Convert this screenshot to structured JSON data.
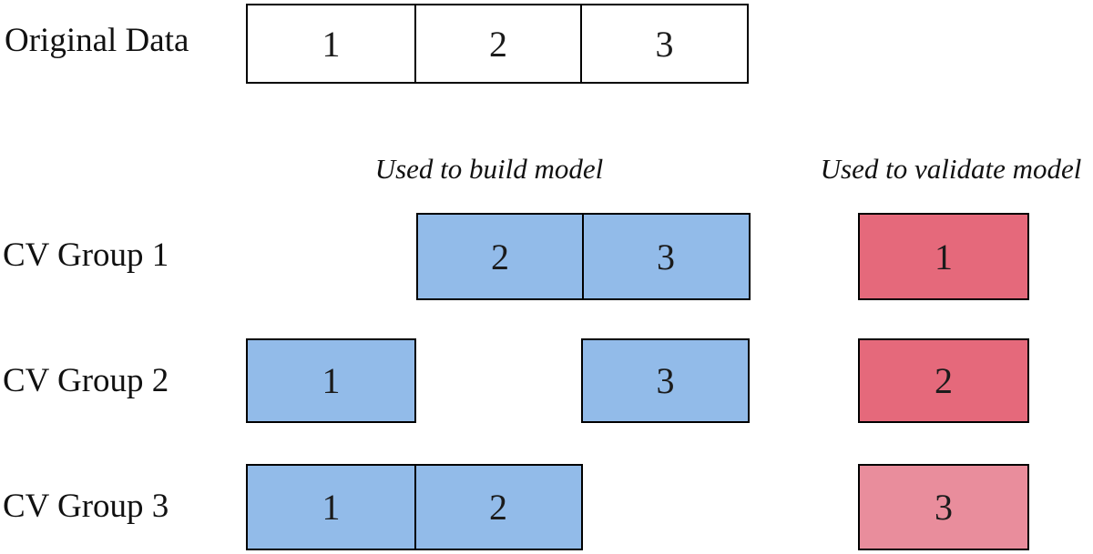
{
  "colors": {
    "train_fill": "#92bbe9",
    "validate_fill": "#e5697b",
    "validate_fill_light": "#e98d9c",
    "original_fill": "#ffffff",
    "border": "#000000",
    "text": "#111111"
  },
  "original_row": {
    "label": "Original Data",
    "cells": [
      "1",
      "2",
      "3"
    ]
  },
  "column_headers": {
    "build": "Used to build model",
    "validate": "Used to validate model"
  },
  "cv_groups": [
    {
      "label": "CV Group 1",
      "build_cells": [
        "2",
        "3"
      ],
      "validate_cell": "1"
    },
    {
      "label": "CV Group 2",
      "build_cells": [
        "1",
        "3"
      ],
      "validate_cell": "2"
    },
    {
      "label": "CV Group 3",
      "build_cells": [
        "1",
        "2"
      ],
      "validate_cell": "3"
    }
  ]
}
